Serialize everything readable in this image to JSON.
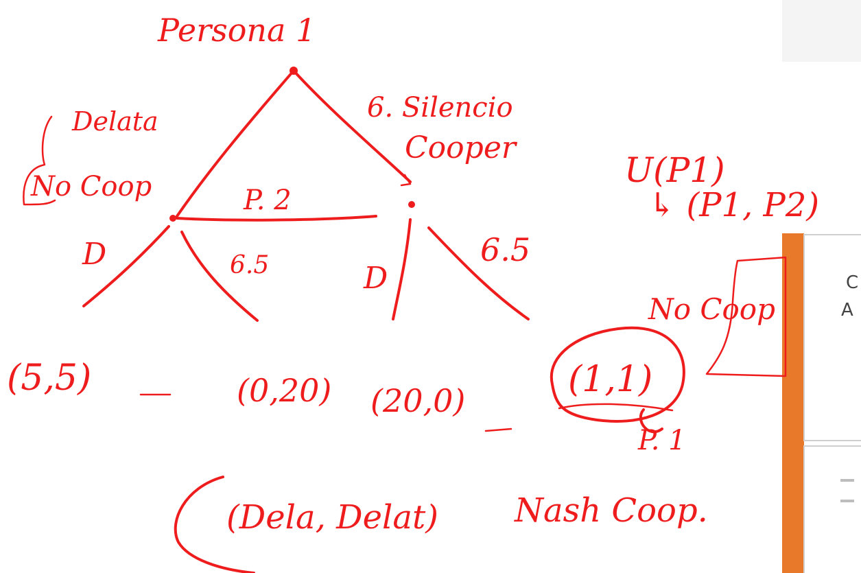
{
  "ink_color": "#ee1c1c",
  "slide_accent": "#e8792a",
  "tree": {
    "root_label": "Persona 1",
    "left_branch": {
      "line1": "Delata",
      "line2": "No Coop"
    },
    "right_branch": {
      "line1": "6. Silencio",
      "line2": "Cooper"
    },
    "info_set_label": "P. 2",
    "sub_branches": [
      "D",
      "6.5",
      "D",
      "6.5"
    ],
    "payoffs": [
      "(5,5)",
      "(0,20)",
      "(20,0)",
      "(1,1)"
    ],
    "marker": "P. 1"
  },
  "side_notes": {
    "utility": "U(P1)",
    "arrow_pair": "↳ (P1, P2)",
    "no_coop": "No Coop"
  },
  "bottom_notes": {
    "outcome": "(Dela, Delat)",
    "nash": "Nash Coop."
  },
  "slide_fragment": {
    "letters": [
      "C",
      "A"
    ]
  }
}
